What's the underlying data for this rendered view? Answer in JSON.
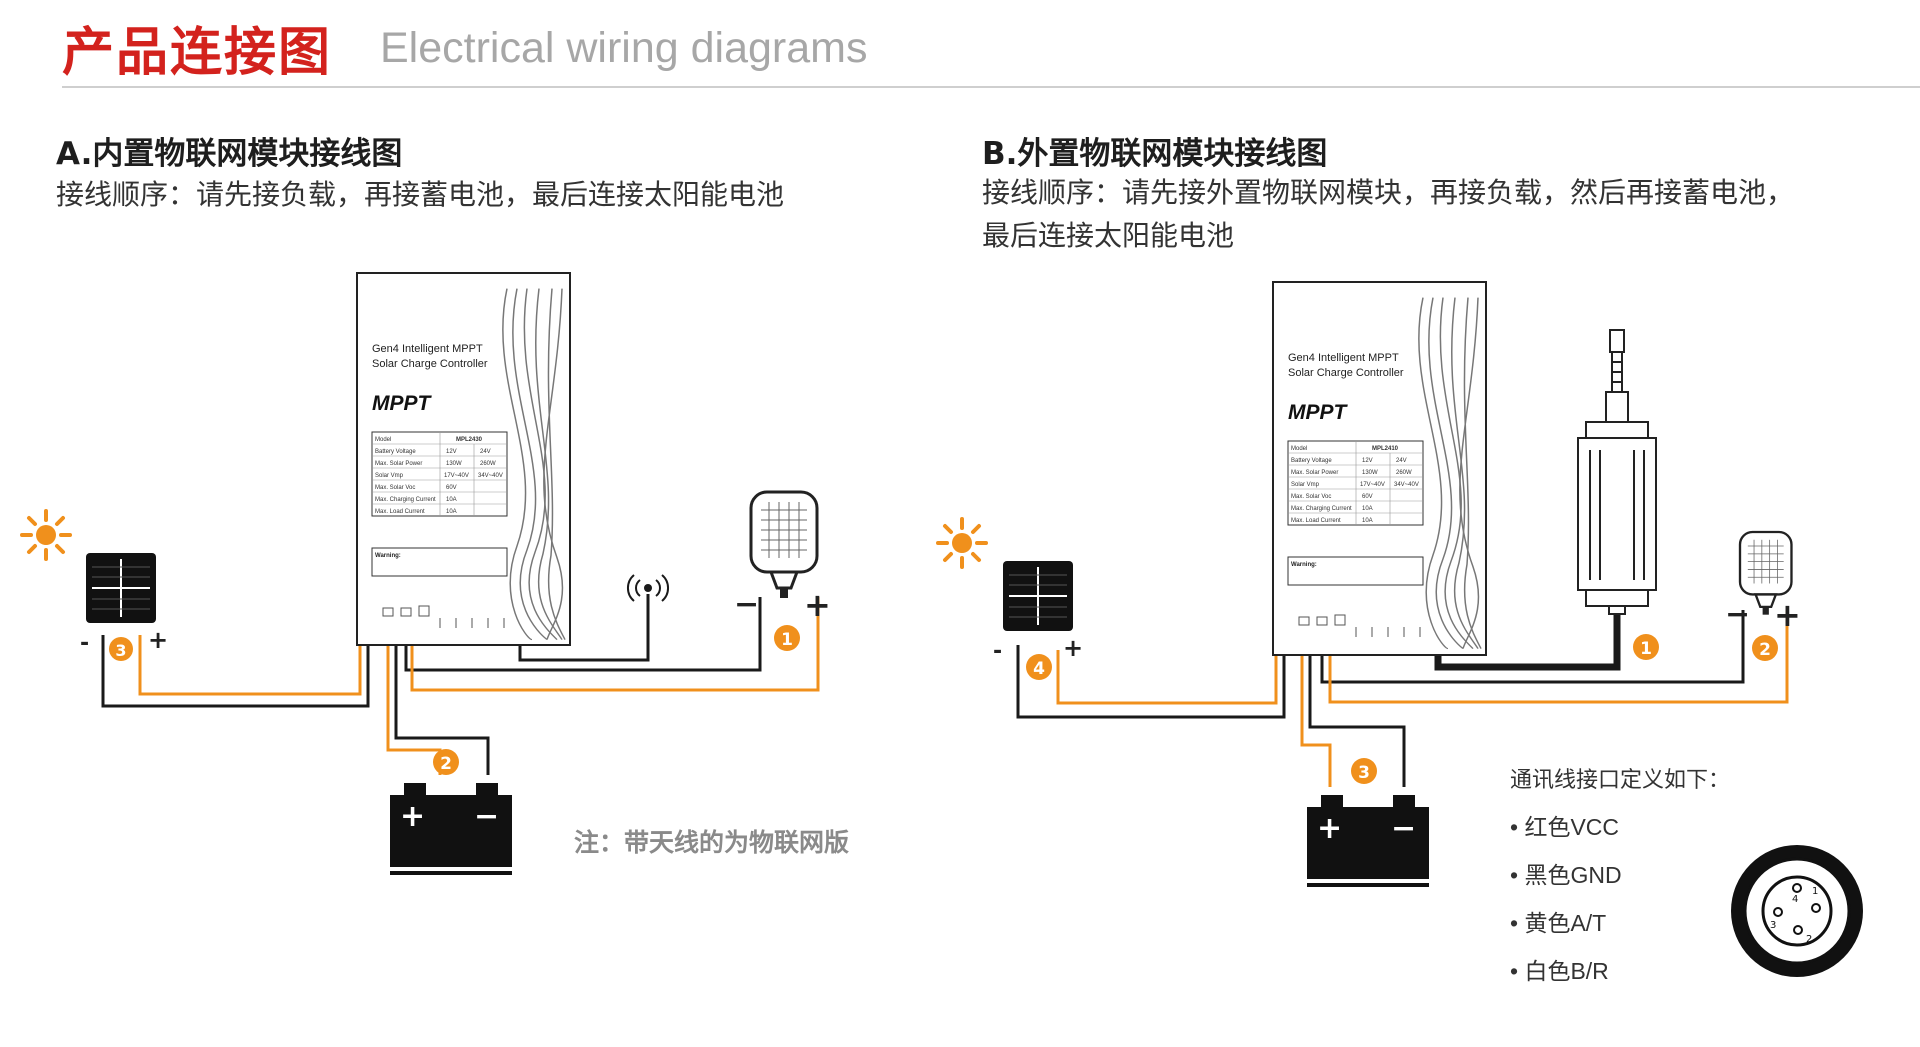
{
  "header": {
    "title_cn": "产品连接图",
    "title_en": "Electrical wiring diagrams"
  },
  "section_a": {
    "title": "A.内置物联网模块接线图",
    "desc": "接线顺序：请先接负载，再接蓄电池，最后连接太阳能电池",
    "note": "注：带天线的为物联网版",
    "steps": [
      "1",
      "2",
      "3"
    ],
    "panel_minus": "-",
    "panel_plus": "+",
    "load_minus": "−",
    "load_plus": "+",
    "battery_plus": "+",
    "battery_minus": "−"
  },
  "section_b": {
    "title": "B.外置物联网模块接线图",
    "desc_line1": "接线顺序：请先接外置物联网模块，再接负载，然后再接蓄电池，",
    "desc_line2": "最后连接太阳能电池",
    "steps": [
      "1",
      "2",
      "3",
      "4"
    ],
    "panel_minus": "-",
    "panel_plus": "+",
    "load_minus": "−",
    "load_plus": "+",
    "battery_plus": "+",
    "battery_minus": "−",
    "comm_title": "通讯线接口定义如下：",
    "comm_items": [
      "• 红色VCC",
      "• 黑色GND",
      "• 黄色A/T",
      "• 白色B/R"
    ],
    "connector_pins": [
      "1",
      "2",
      "3",
      "4"
    ]
  },
  "controller": {
    "line1": "Gen4 Intelligent MPPT",
    "line2": "Solar Charge Controller",
    "brand": "MPPT",
    "model_a": "MPL2430",
    "model_b": "MPL2410",
    "spec_labels": [
      "Model",
      "Battery Voltage",
      "Max. Solar Power",
      "Solar Vmp",
      "Max. Solar Voc",
      "Max. Charging Current",
      "Max. Load Current"
    ],
    "spec_col1": [
      "12V",
      "130W",
      "17V~40V",
      "60V",
      "10A",
      "10A"
    ],
    "spec_col2": [
      "24V",
      "260W",
      "34V~40V",
      "",
      "",
      ""
    ],
    "warning": "Warning:"
  },
  "colors": {
    "accent": "#d3221d",
    "wire_orange": "#f0901c",
    "wire_black": "#1a1a1a",
    "badge": "#f0901c"
  },
  "icons": [
    "sun-icon",
    "solar-panel-icon",
    "battery-icon",
    "street-lamp-icon",
    "antenna-icon",
    "iot-module-icon",
    "connector-icon"
  ]
}
